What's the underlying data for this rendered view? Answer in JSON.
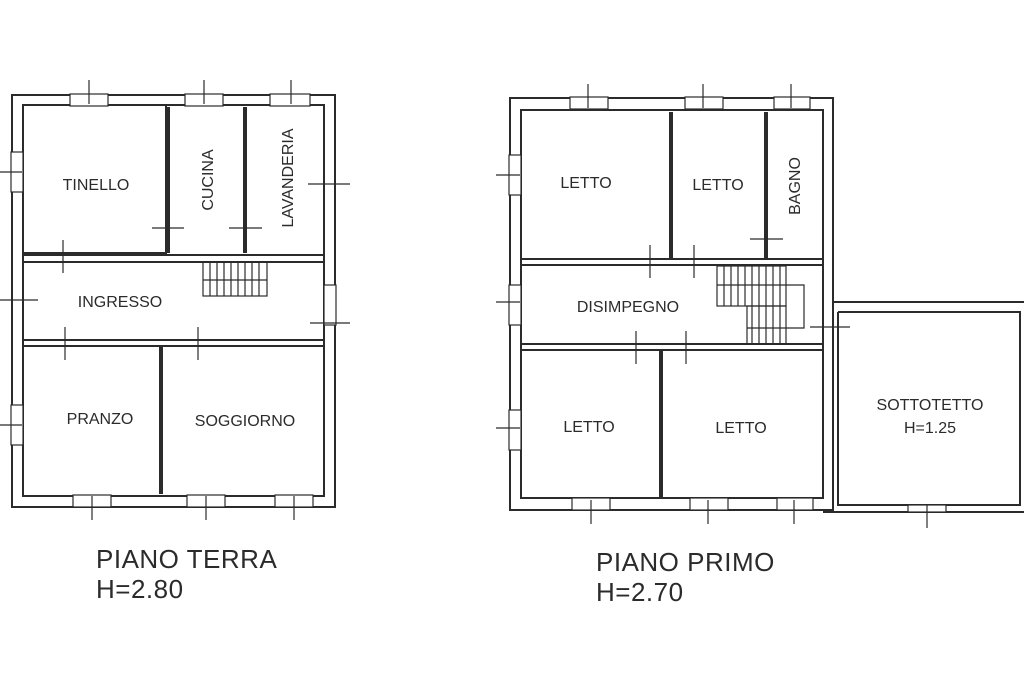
{
  "plans": [
    {
      "id": "ground",
      "title": "PIANO TERRA",
      "height_label": "H=2.80",
      "rooms": [
        {
          "name": "TINELLO"
        },
        {
          "name": "CUCINA"
        },
        {
          "name": "LAVANDERIA"
        },
        {
          "name": "INGRESSO"
        },
        {
          "name": "PRANZO"
        },
        {
          "name": "SOGGIORNO"
        }
      ]
    },
    {
      "id": "first",
      "title": "PIANO PRIMO",
      "height_label": "H=2.70",
      "rooms": [
        {
          "name": "LETTO"
        },
        {
          "name": "LETTO"
        },
        {
          "name": "BAGNO"
        },
        {
          "name": "DISIMPEGNO"
        },
        {
          "name": "LETTO"
        },
        {
          "name": "LETTO"
        },
        {
          "name": "SOTTOTETTO",
          "height_label": "H=1.25"
        }
      ]
    }
  ],
  "colors": {
    "line": "#2b2b2b",
    "background": "#ffffff"
  }
}
